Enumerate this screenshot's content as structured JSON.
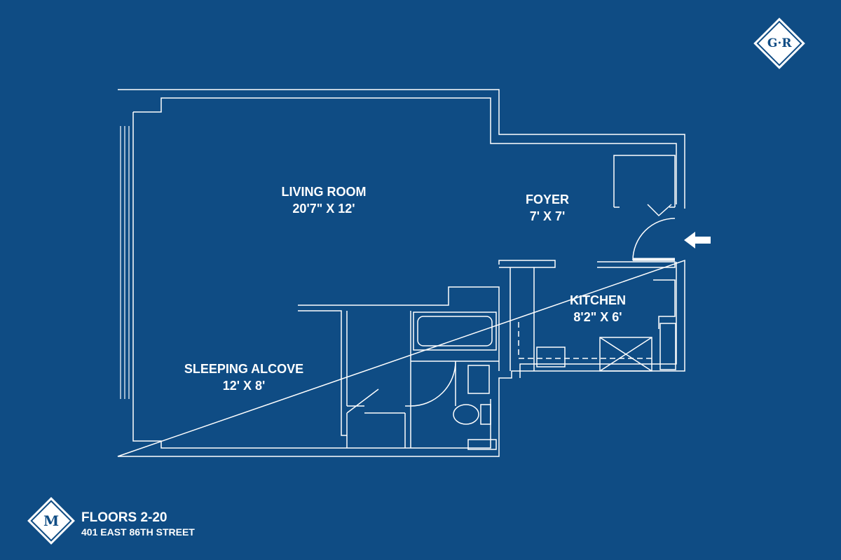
{
  "colors": {
    "background": "#0f4c84",
    "lines": "#ffffff"
  },
  "brand": {
    "logo_text": "G·R"
  },
  "rooms": [
    {
      "name": "LIVING ROOM",
      "size": "20'7\" X 12'"
    },
    {
      "name": "FOYER",
      "size": "7' X 7'"
    },
    {
      "name": "KITCHEN",
      "size": "8'2\" X 6'"
    },
    {
      "name": "SLEEPING ALCOVE",
      "size": "12' X 8'"
    }
  ],
  "footer": {
    "badge": "M",
    "title": "FLOORS 2-20",
    "address": "401 EAST 86TH STREET"
  },
  "icons": {
    "entry": "arrow-left-icon"
  }
}
